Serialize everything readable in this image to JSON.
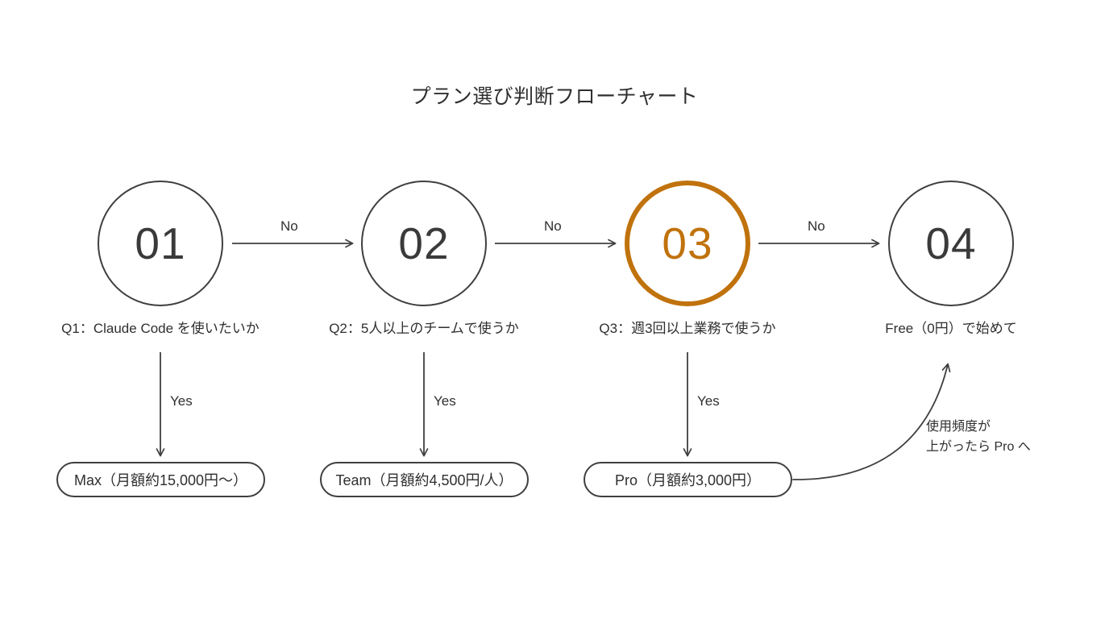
{
  "title": "プラン選び判断フローチャート",
  "colors": {
    "background": "#ffffff",
    "stroke": "#3f3f3f",
    "text": "#2f2f2f",
    "accent": "#c0720c"
  },
  "nodes": [
    {
      "num": "01",
      "caption": "Q1：Claude Code を使いたいか",
      "highlight": "false"
    },
    {
      "num": "02",
      "caption": "Q2：5人以上のチームで使うか",
      "highlight": "false"
    },
    {
      "num": "03",
      "caption": "Q3：週3回以上業務で使うか",
      "highlight": "true"
    },
    {
      "num": "04",
      "caption": "Free（0円）で始めて",
      "highlight": "false"
    }
  ],
  "horizontal_labels": [
    {
      "label": "No"
    },
    {
      "label": "No"
    },
    {
      "label": "No"
    }
  ],
  "vertical_labels": [
    {
      "label": "Yes"
    },
    {
      "label": "Yes"
    },
    {
      "label": "Yes"
    }
  ],
  "outcomes": [
    {
      "label": "Max（月額約15,000円〜）"
    },
    {
      "label": "Team（月額約4,500円/人）"
    },
    {
      "label": "Pro（月額約3,000円）"
    }
  ],
  "note": {
    "line1": "使用頻度が",
    "line2": "上がったら Pro へ"
  }
}
